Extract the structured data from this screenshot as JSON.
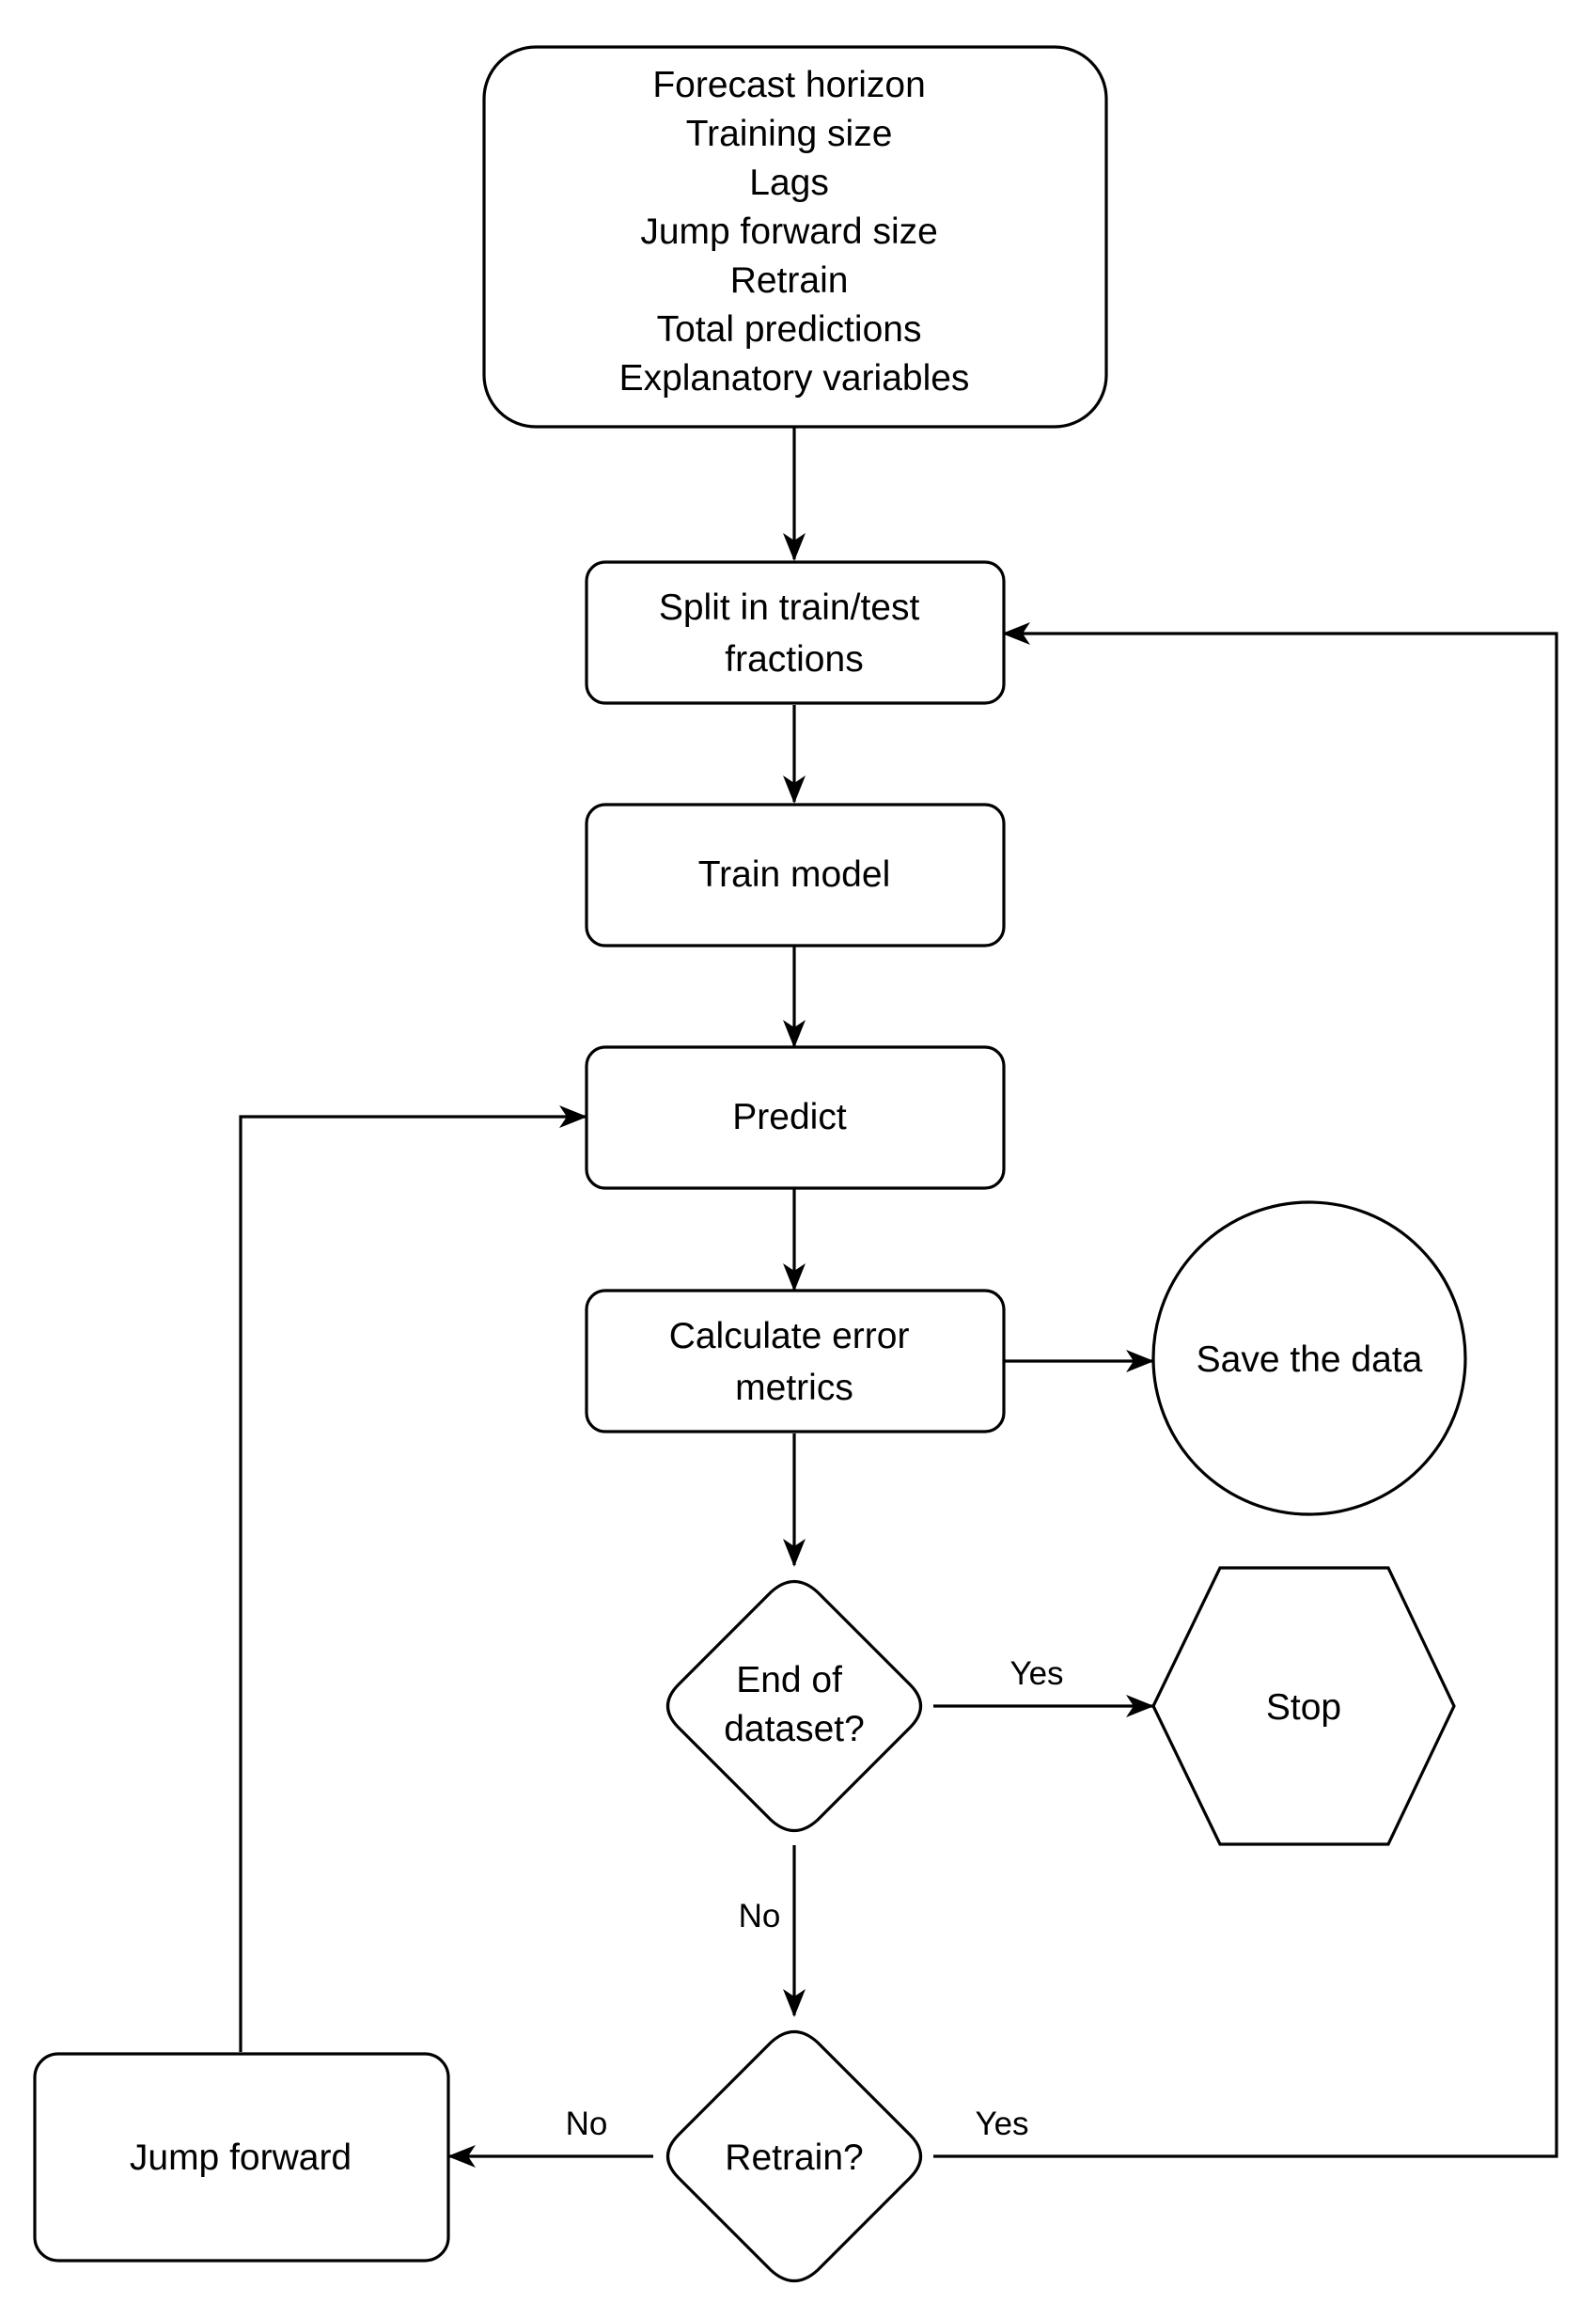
{
  "diagram": {
    "nodes": {
      "params": {
        "lines": [
          "Forecast horizon",
          "Training size",
          "Lags",
          "Jump forward size",
          "Retrain",
          "Total predictions",
          "Explanatory variables"
        ]
      },
      "split": {
        "lines": [
          "Split in train/test",
          "fractions"
        ]
      },
      "train": {
        "lines": [
          "Train model"
        ]
      },
      "predict": {
        "lines": [
          "Predict"
        ]
      },
      "error": {
        "lines": [
          "Calculate error",
          "metrics"
        ]
      },
      "save": {
        "lines": [
          "Save the data"
        ]
      },
      "end_check": {
        "lines": [
          "End of",
          "dataset?"
        ]
      },
      "stop": {
        "lines": [
          "Stop"
        ]
      },
      "retrain_check": {
        "lines": [
          "Retrain?"
        ]
      },
      "jump": {
        "lines": [
          "Jump forward"
        ]
      }
    },
    "edge_labels": {
      "end_yes": "Yes",
      "end_no": "No",
      "retrain_yes": "Yes",
      "retrain_no": "No"
    }
  }
}
